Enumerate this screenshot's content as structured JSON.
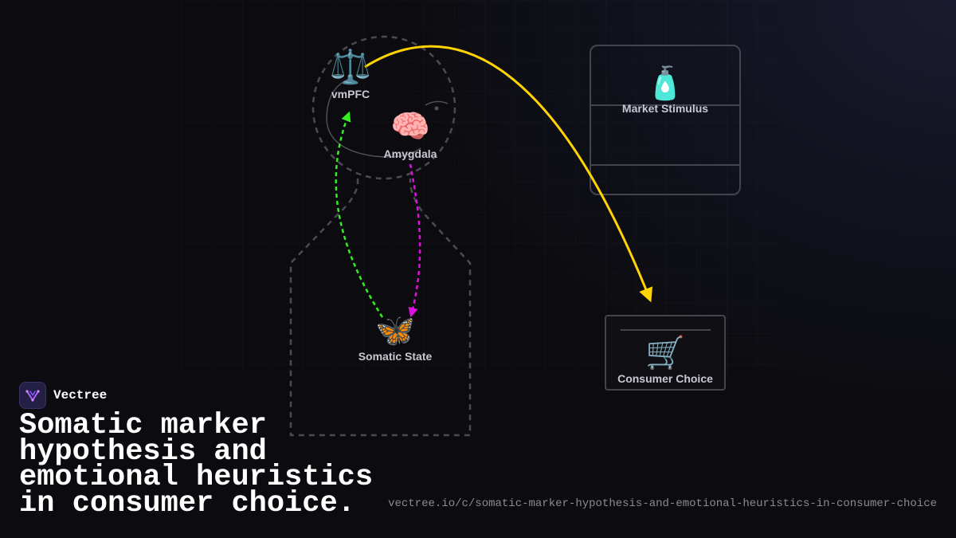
{
  "brand": {
    "name": "Vectree"
  },
  "title": "Somatic marker hypothesis and emotional heuristics in consumer choice.",
  "url": "vectree.io/c/somatic-marker-hypothesis-and-emotional-heuristics-in-consumer-choice",
  "diagram": {
    "nodes": {
      "vmpfc": {
        "label": "vmPFC",
        "icon": "balance-scale-icon",
        "glyph": "⚖️"
      },
      "amygdala": {
        "label": "Amygdala",
        "icon": "brain-icon",
        "glyph": "🧠"
      },
      "somatic_state": {
        "label": "Somatic State",
        "icon": "butterfly-icon",
        "glyph": "🦋"
      },
      "market_stimulus": {
        "label": "Market Stimulus",
        "icon": "lotion-bottle-icon",
        "glyph": "🧴"
      },
      "consumer_choice": {
        "label": "Consumer Choice",
        "icon": "shopping-cart-icon",
        "glyph": "🛒"
      }
    },
    "edges": [
      {
        "from": "vmpfc",
        "to": "consumer_choice",
        "color": "#ffd400",
        "style": "solid"
      },
      {
        "from": "somatic_state",
        "to": "vmpfc",
        "color": "#33ee22",
        "style": "dashed"
      },
      {
        "from": "amygdala",
        "to": "somatic_state",
        "color": "#dd11dd",
        "style": "dashed"
      }
    ]
  },
  "colors": {
    "background": "#0c0c10",
    "accent_glow": "#1a1b30",
    "title_text": "#ffffff",
    "label_text": "#c8c8d2",
    "url_text": "#8a8a94"
  }
}
